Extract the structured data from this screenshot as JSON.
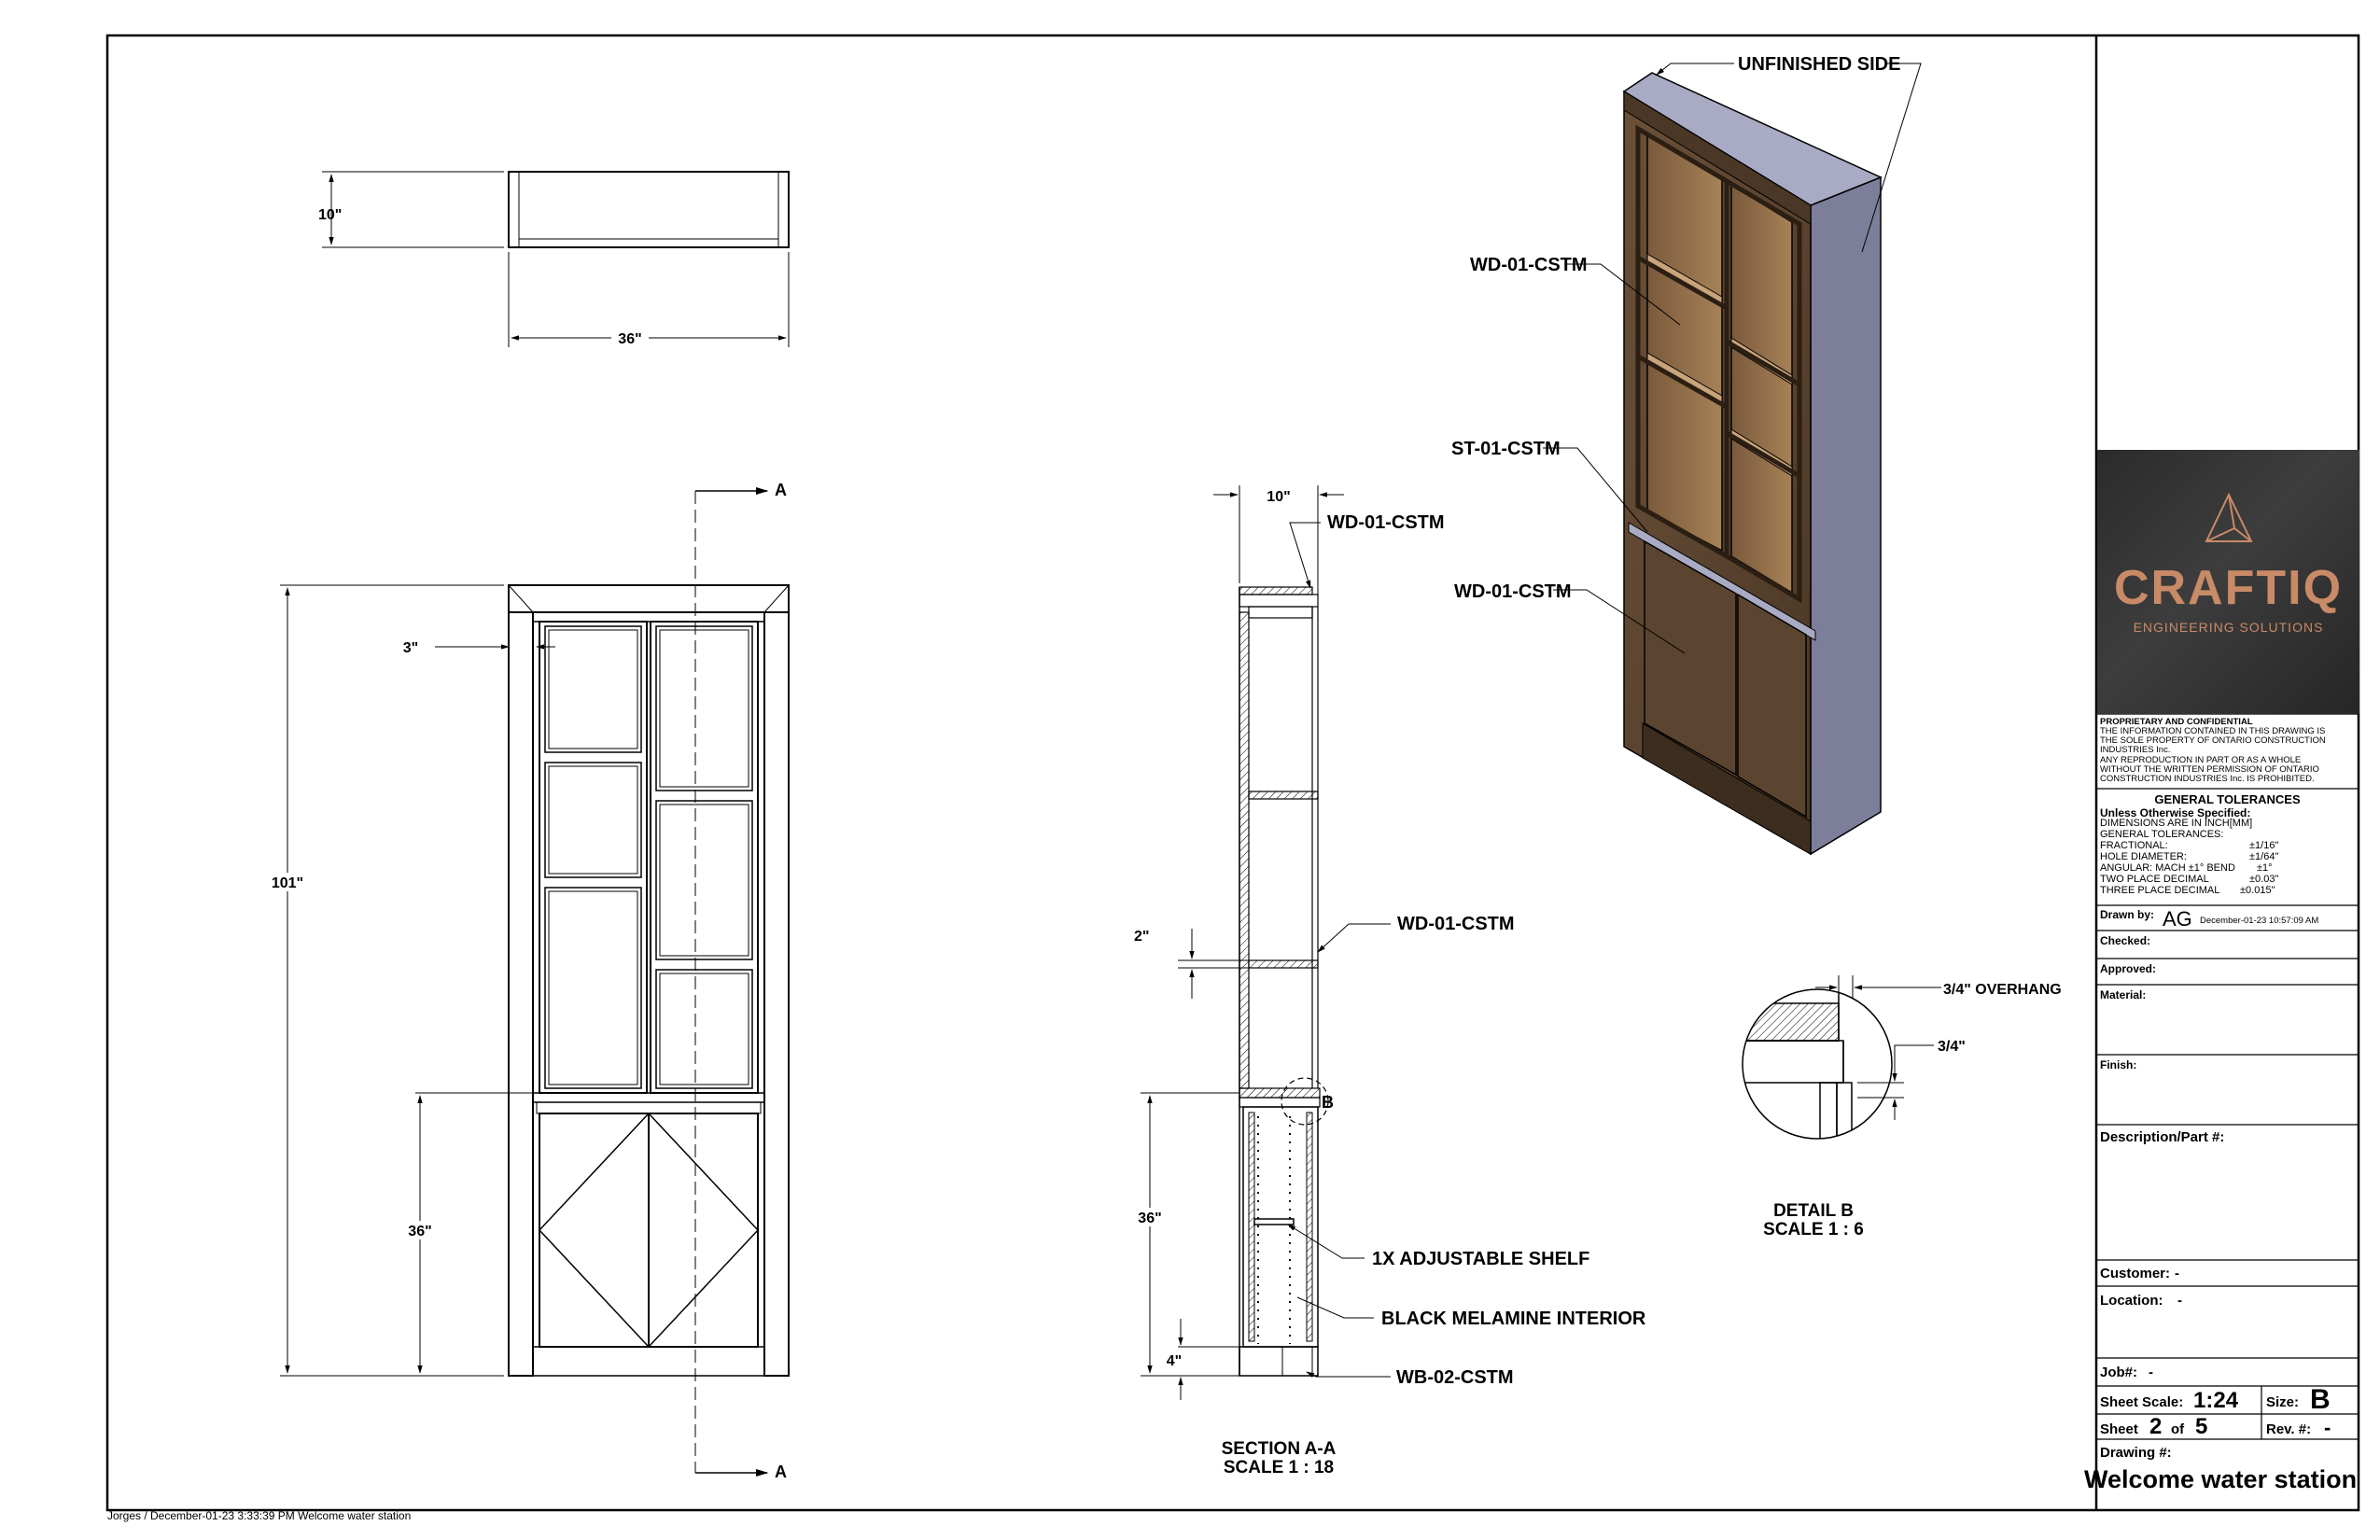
{
  "views": {
    "top": {
      "depth": "10\"",
      "width": "36\""
    },
    "front": {
      "height": "101\"",
      "lower_height": "36\"",
      "stile": "3\"",
      "section_marker": "A",
      "section_marker_bottom": "A"
    },
    "section": {
      "depth": "10\"",
      "top_material": "WD-01-CSTM",
      "shelf_gap": "2\"",
      "shelf_material": "WD-01-CSTM",
      "lower_height": "36\"",
      "base_height": "4\"",
      "adjustable_shelf": "1X ADJUSTABLE SHELF",
      "interior": "BLACK MELAMINE INTERIOR",
      "base_material": "WB-02-CSTM",
      "detail_callout": "B",
      "title": "SECTION A-A",
      "scale": "SCALE 1 : 18"
    },
    "iso": {
      "unfinished_side": "UNFINISHED SIDE",
      "label_1": "WD-01-CSTM",
      "label_2": "ST-01-CSTM",
      "label_3": "WD-01-CSTM",
      "colors": {
        "wood": "#5a4330",
        "interior": "#8b6a47",
        "side": "#7d7f9a",
        "top": "#a9abc4"
      }
    },
    "detail": {
      "overhang": "3/4\" OVERHANG",
      "thickness": "3/4\"",
      "title": "DETAIL B",
      "scale": "SCALE 1 : 6"
    }
  },
  "title_block": {
    "logo": {
      "name": "CRAFTIQ",
      "tagline": "ENGINEERING SOLUTIONS",
      "color": "#c98a67"
    },
    "proprietary": {
      "heading": "PROPRIETARY AND CONFIDENTIAL",
      "lines": [
        "THE INFORMATION CONTAINED IN THIS DRAWING IS",
        "THE SOLE PROPERTY OF ONTARIO CONSTRUCTION",
        "INDUSTRIES Inc.",
        "ANY REPRODUCTION IN PART OR AS A WHOLE",
        "WITHOUT THE WRITTEN PERMISSION OF ONTARIO",
        "CONSTRUCTION INDUSTRIES Inc. IS PROHIBITED."
      ]
    },
    "tolerances": {
      "heading": "GENERAL TOLERANCES",
      "subheading": "Unless Otherwise Specified:",
      "rows": [
        {
          "label": "DIMENSIONS ARE IN INCH[MM]",
          "value": ""
        },
        {
          "label": "GENERAL TOLERANCES:",
          "value": ""
        },
        {
          "label": "FRACTIONAL:",
          "value": "±1/16\""
        },
        {
          "label": "HOLE DIAMETER:",
          "value": "±1/64\""
        },
        {
          "label": "ANGULAR: MACH ±1°  BEND",
          "value": "±1°"
        },
        {
          "label": "TWO PLACE DECIMAL",
          "value": "±0.03\""
        },
        {
          "label": "THREE PLACE DECIMAL",
          "value": "±0.015\""
        }
      ]
    },
    "drawn_by_label": "Drawn by:",
    "drawn_by": "AG",
    "drawn_date": "December-01-23 10:57:09 AM",
    "checked_label": "Checked:",
    "approved_label": "Approved:",
    "material_label": "Material:",
    "finish_label": "Finish:",
    "description_label": "Description/Part #:",
    "customer_label": "Customer:",
    "customer": "-",
    "location_label": "Location:",
    "location": "-",
    "job_label": "Job#:",
    "job": "-",
    "sheet_scale_label": "Sheet Scale:",
    "sheet_scale": "1:24",
    "size_label": "Size:",
    "size": "B",
    "sheet_label": "Sheet",
    "sheet": "2",
    "of_label": "of",
    "sheets_total": "5",
    "rev_label": "Rev. #:",
    "rev": "-",
    "drawing_label": "Drawing #:",
    "drawing_title": "Welcome water station"
  },
  "footer": "Jorges / December-01-23 3:33:39 PM  Welcome water station"
}
